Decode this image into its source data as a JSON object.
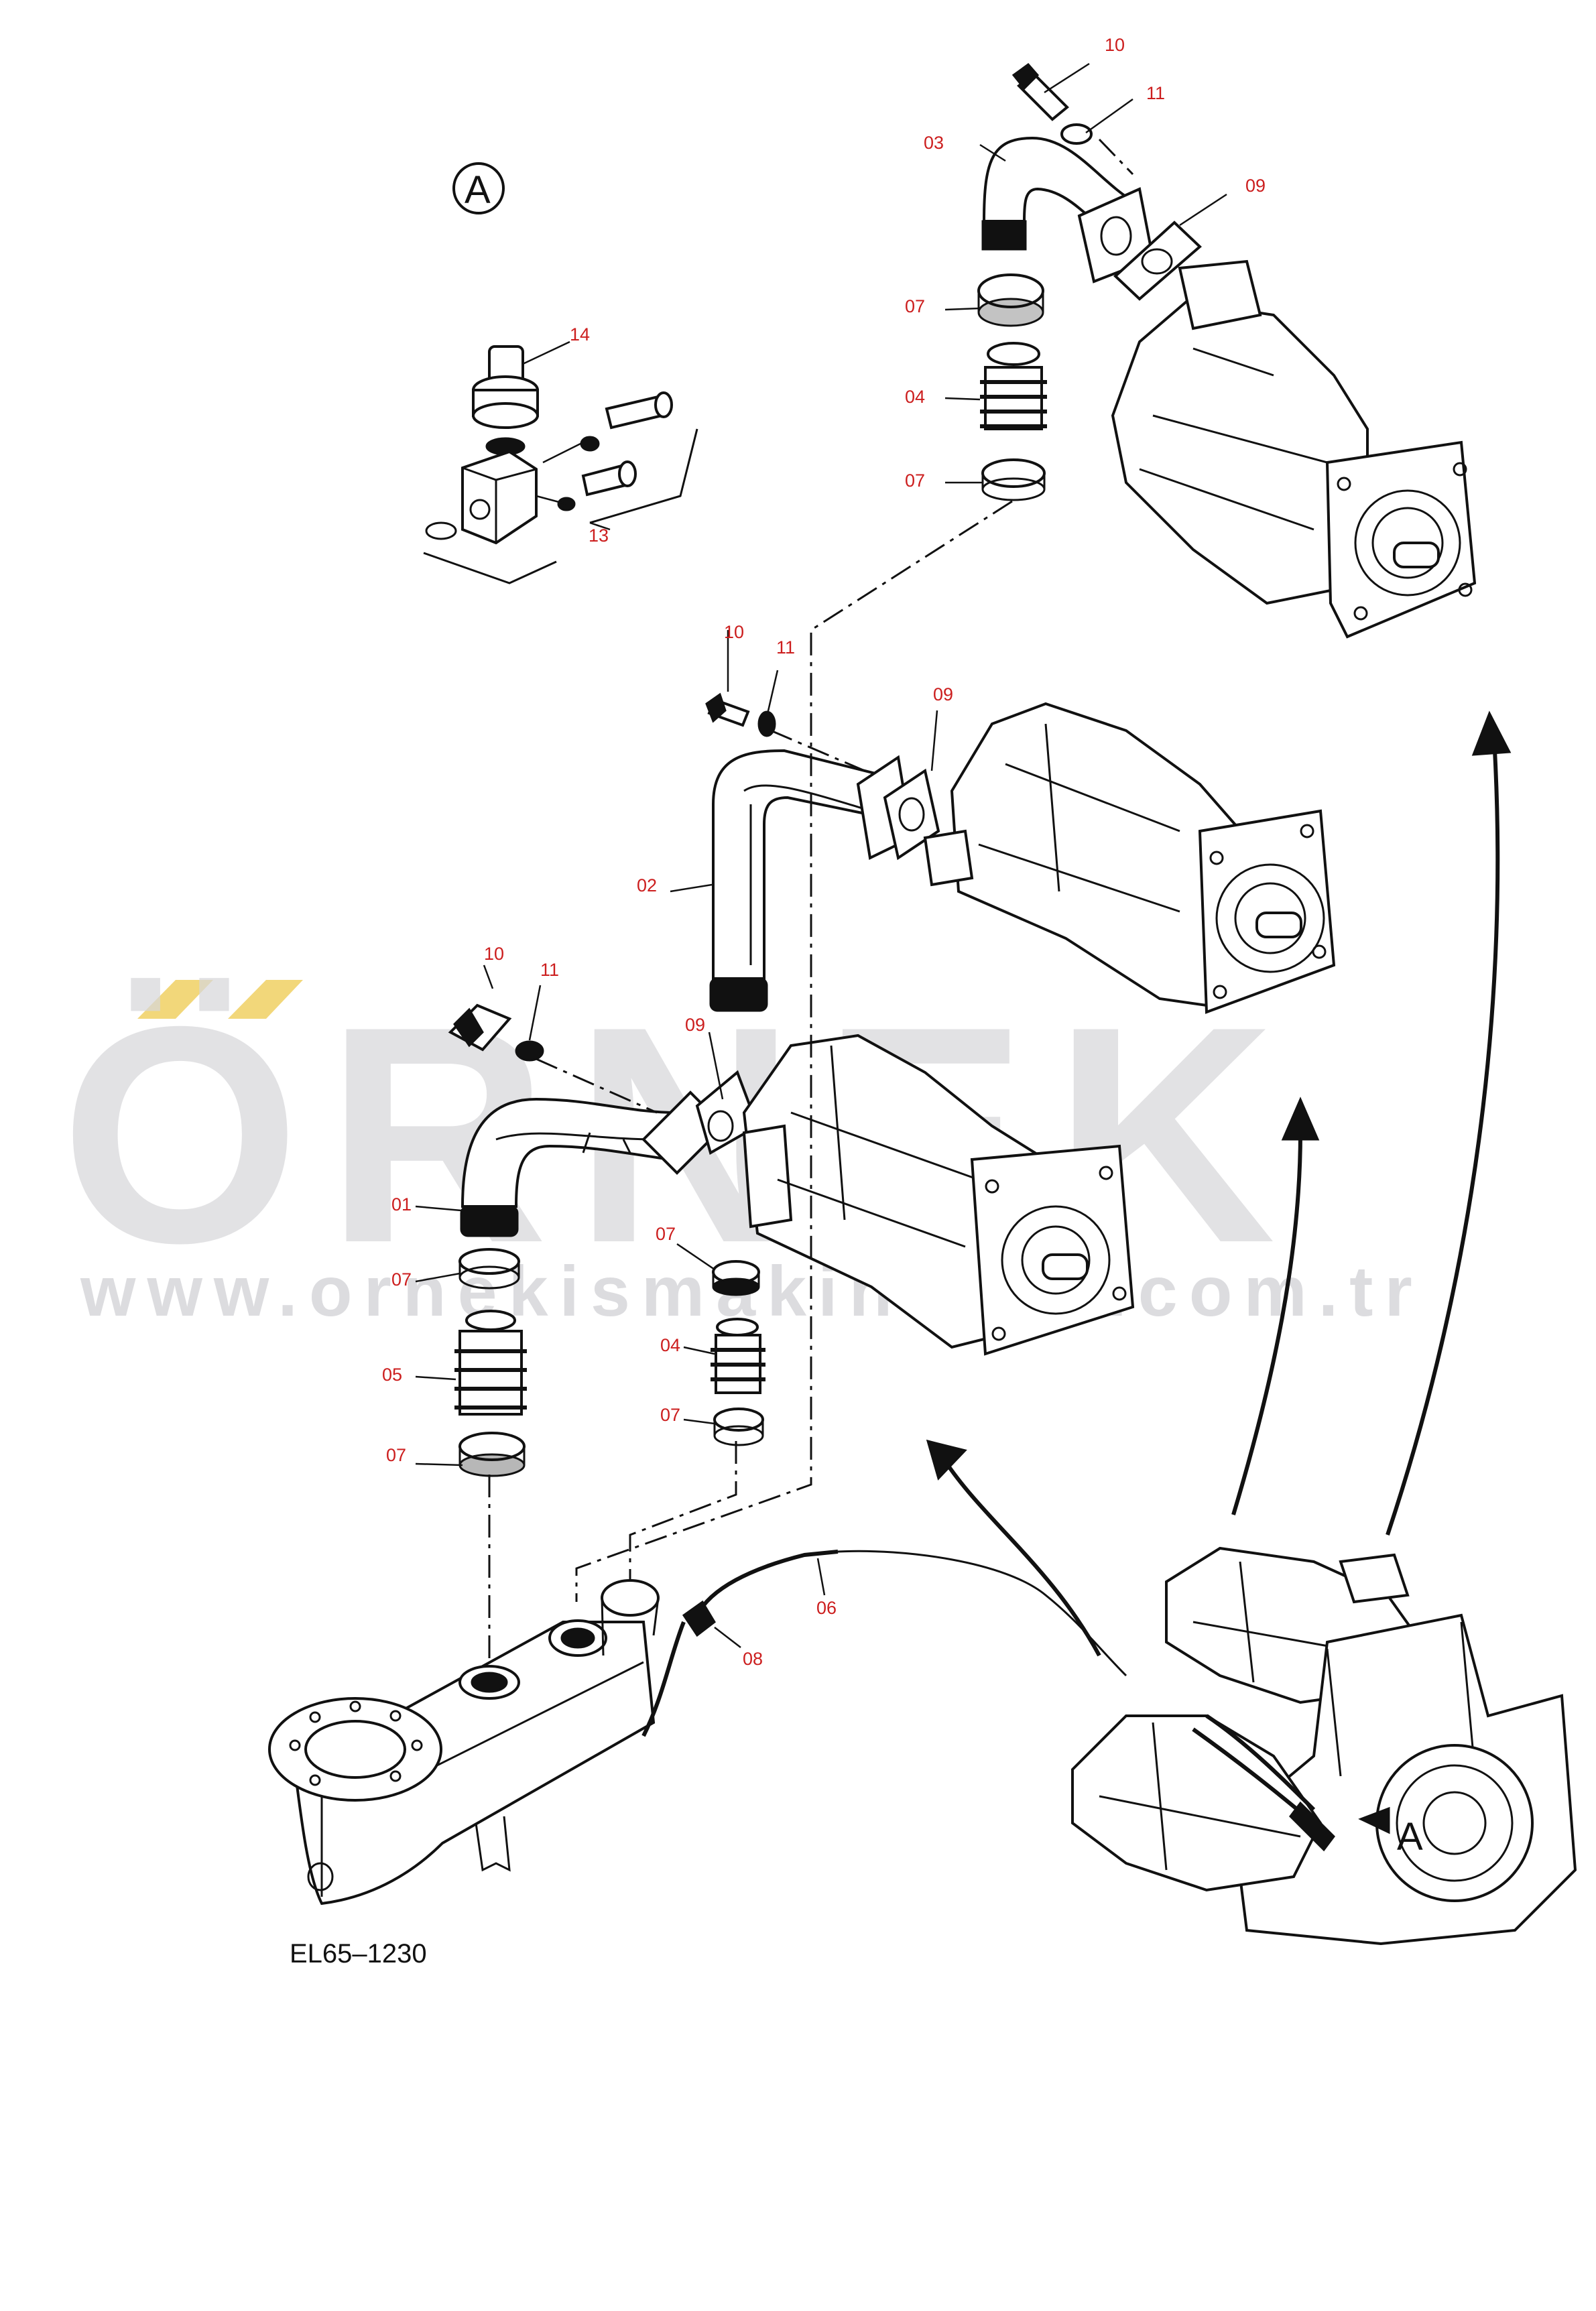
{
  "watermark": {
    "brand": "ÖRNEK",
    "url": "www.ornekismakinalari.com.tr",
    "accent_color": "#f2d77a"
  },
  "detail_view": {
    "marker": "A",
    "callout_letter": "A",
    "items": [
      "14",
      "13"
    ]
  },
  "drawing_code": "EL65–1230",
  "callouts": {
    "top_assembly": [
      "10",
      "11",
      "03",
      "09",
      "07",
      "04",
      "07"
    ],
    "middle_assembly": [
      "10",
      "11",
      "09",
      "02"
    ],
    "lower_assembly": [
      "10",
      "11",
      "09",
      "01",
      "07",
      "05",
      "07"
    ],
    "lower_right_stack": [
      "07",
      "04",
      "07"
    ],
    "base": [
      "06",
      "08"
    ]
  },
  "icons": [
    "circle-a-marker-icon",
    "flow-arrow-icon"
  ]
}
